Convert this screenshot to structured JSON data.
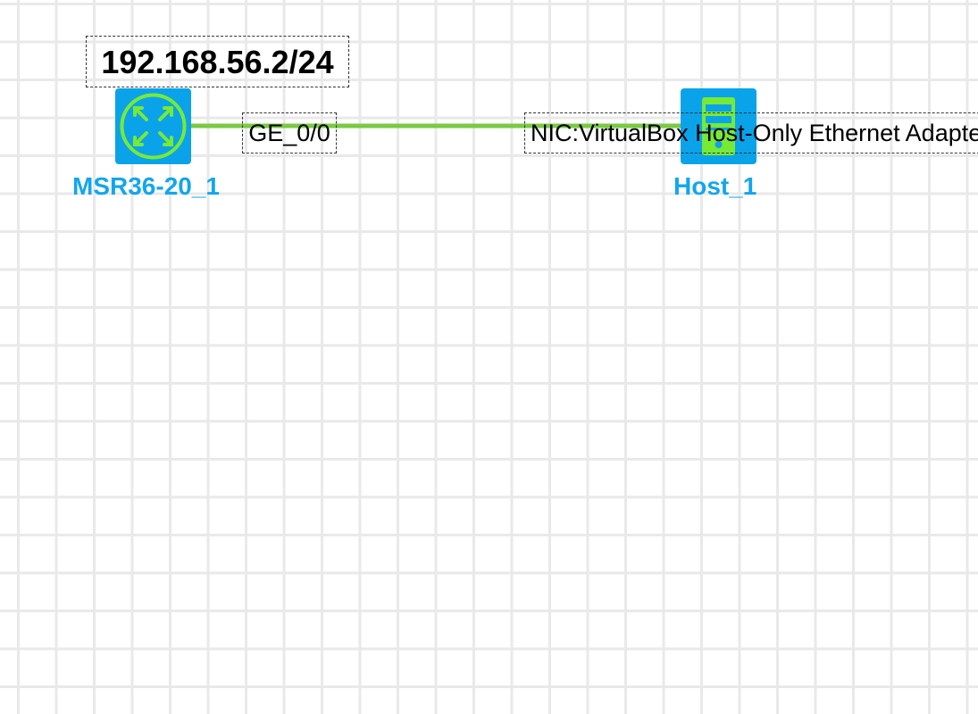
{
  "colors": {
    "device_bg": "#0aa3ea",
    "device_icon": "#77ea35",
    "link": "#7ac943",
    "device_label": "#13a6ec",
    "grid": "#e9e9e9"
  },
  "devices": [
    {
      "name": "MSR36-20_1",
      "icon": "router-icon"
    },
    {
      "name": "Host_1",
      "icon": "host-icon"
    }
  ],
  "annotations": {
    "router_ip": "192.168.56.2/24"
  },
  "links": [
    {
      "from": "MSR36-20_1",
      "to": "Host_1",
      "from_port": "GE_0/0",
      "to_port": "NIC:VirtualBox Host-Only Ethernet Adapte"
    }
  ]
}
